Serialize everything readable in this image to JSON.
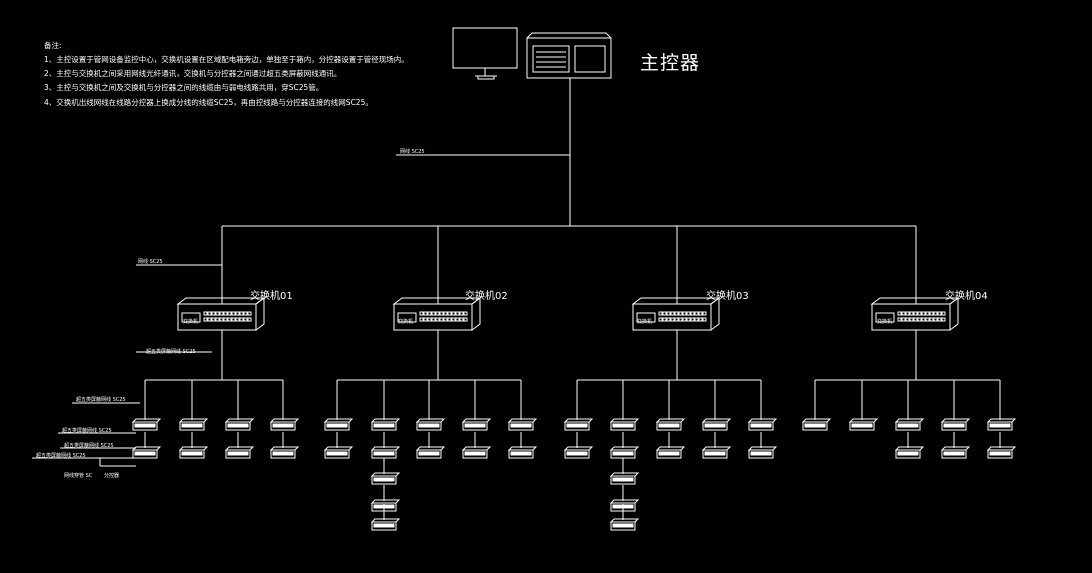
{
  "notes": {
    "title": "备注:",
    "lines": [
      "1、主控设置于管网设备监控中心，交换机设置在区域配电箱旁边，单独至于箱内，分控器设置于管径现场内。",
      "2、主控与交换机之间采用网线光纤通讯，交换机与分控器之间通过超五类屏蔽网线通讯。",
      "3、主控与交换机之间及交换机与分控器之间的线缆由与弱电线路共用，穿SC25管。",
      "4、交换机出线网线在线路分控器上换成分线的线缆SC25，再由控线路与分控器连接的线网SC25。"
    ]
  },
  "main_controller": {
    "label": "主控器"
  },
  "trunk_cable": {
    "label": "网线 SC25"
  },
  "branch_cable": {
    "label": "网线 SC25"
  },
  "switches": [
    {
      "label": "交换机01",
      "device_text": "交换机"
    },
    {
      "label": "交换机02",
      "device_text": "交换机"
    },
    {
      "label": "交换机03",
      "device_text": "交换机"
    },
    {
      "label": "交换机04",
      "device_text": "交换机"
    }
  ],
  "sub_device_label": "分控器",
  "drop_cable_labels": {
    "top": "超五类屏蔽网线 SC25",
    "a": "超五类屏蔽网线 SC25",
    "b": "超五类屏蔽网线 SC25",
    "c": "超五类屏蔽网线 SC25",
    "d": "超五类屏蔽网线 SC25"
  },
  "bottom_labels": {
    "left": "网线穿管 SC",
    "right": "分控器"
  },
  "colors": {
    "line": "#ffffff",
    "background": "#000000"
  }
}
